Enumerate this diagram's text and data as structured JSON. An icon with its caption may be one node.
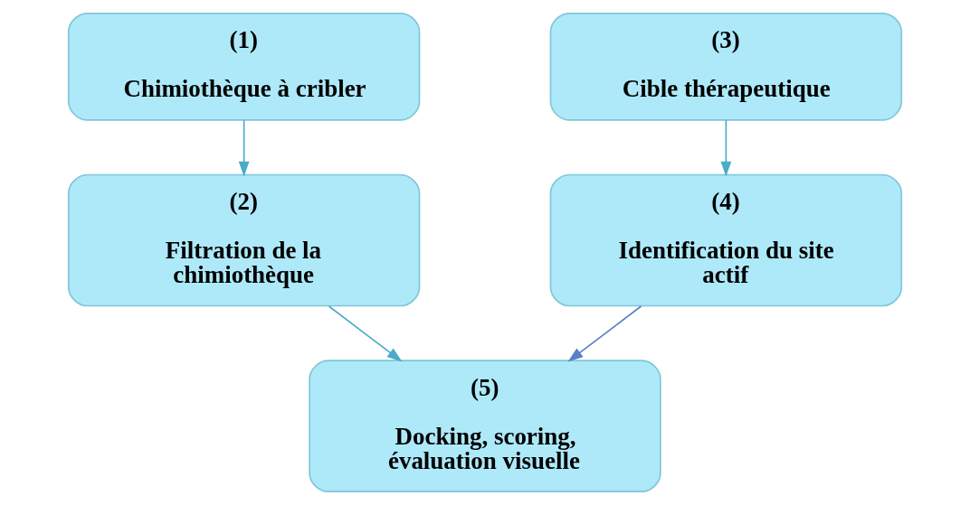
{
  "diagram": {
    "nodes": [
      {
        "text": [
          "(1)",
          "Chimiothèque à cribler"
        ]
      },
      {
        "text": [
          "(2)",
          "Filtration de la chimiothèque"
        ]
      },
      {
        "text": [
          "(3)",
          "Cible thérapeutique"
        ]
      },
      {
        "text": [
          "(4)",
          "Identification du site actif"
        ]
      },
      {
        "text": [
          "(5)",
          "Docking, scoring, évaluation visuelle"
        ]
      }
    ],
    "edges": [
      {
        "from": 0,
        "to": 1,
        "arrow": "to"
      },
      {
        "from": 2,
        "to": 3,
        "arrow": "to"
      },
      {
        "from": 1,
        "to": 4,
        "arrow": "to"
      },
      {
        "from": 3,
        "to": 4,
        "arrow": "to",
        "color": "#5b7fc8"
      }
    ]
  }
}
